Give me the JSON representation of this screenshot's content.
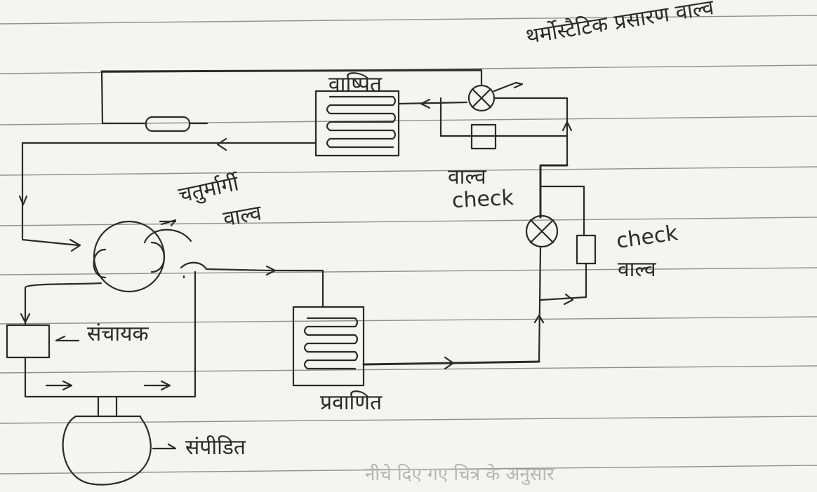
{
  "labels": {
    "evaporator": "वाष्पित",
    "thermostatic_expansion_valve": "थर्मोस्टैटिक प्रसारण वाल्व",
    "valve_check_left_line1": "वाल्व",
    "valve_check_left_line2": "check",
    "four_way_valve_line1": "चतुर्मार्गी",
    "four_way_valve_line2": "वाल्व",
    "check_valve_right_line1": "check",
    "check_valve_right_line2": "वाल्व",
    "accumulator": "संचायक",
    "condenser": "प्रवाणित",
    "compressor": "संपीडित"
  },
  "bleed_through_text": "नीचे दिए गए चित्र के अनुसार"
}
